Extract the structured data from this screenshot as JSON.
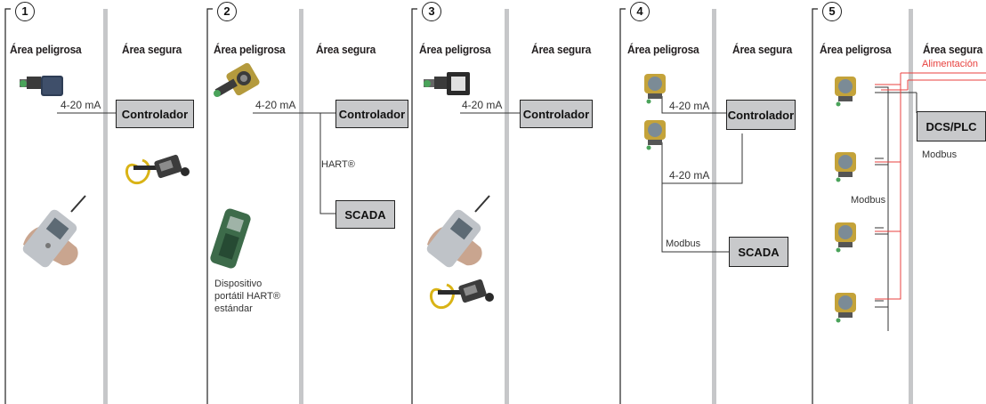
{
  "panels": [
    {
      "number": "1",
      "hazard_label": "Área peligrosa",
      "safe_label": "Área segura"
    },
    {
      "number": "2",
      "hazard_label": "Área peligrosa",
      "safe_label": "Área segura"
    },
    {
      "number": "3",
      "hazard_label": "Área peligrosa",
      "safe_label": "Área segura"
    },
    {
      "number": "4",
      "hazard_label": "Área peligrosa",
      "safe_label": "Área segura"
    },
    {
      "number": "5",
      "hazard_label": "Área peligrosa",
      "safe_label": "Área segura"
    }
  ],
  "p1": {
    "signal": "4-20 mA",
    "controller": "Controlador"
  },
  "p2": {
    "signal": "4-20 mA",
    "controller": "Controlador",
    "hart": "HART®",
    "scada": "SCADA",
    "handheld_line1": "Dispositivo",
    "handheld_line2": "portátil HART®",
    "handheld_line3": "estándar"
  },
  "p3": {
    "signal": "4-20 mA",
    "controller": "Controlador"
  },
  "p4": {
    "signal1": "4-20 mA",
    "signal2": "4-20 mA",
    "controller": "Controlador",
    "modbus": "Modbus",
    "scada": "SCADA"
  },
  "p5": {
    "power": "Alimentación",
    "dcs": "DCS/PLC",
    "modbus_safe": "Modbus",
    "modbus_bus": "Modbus"
  },
  "colors": {
    "box_fill": "#c8c9cb",
    "divider": "#c6c7c9",
    "power_line": "#e8423f",
    "line": "#222222"
  }
}
